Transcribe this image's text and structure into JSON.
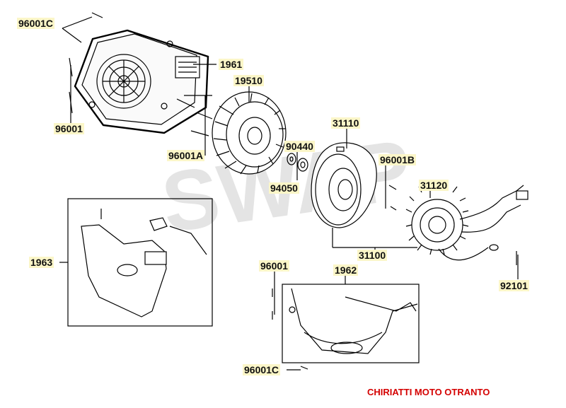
{
  "part_labels": {
    "p96001c_top": "96001C",
    "p1961": "1961",
    "p19510": "19510",
    "p96001_left": "96001",
    "p96001a": "96001A",
    "p31110": "31110",
    "p90440": "90440",
    "p96001b": "96001B",
    "p94050": "94050",
    "p31120": "31120",
    "p1963": "1963",
    "p31100": "31100",
    "p96001_bottom": "96001",
    "p1962": "1962",
    "p92101": "92101",
    "p96001c_bottom": "96001C"
  },
  "watermark": "SWAP",
  "footer": "CHIRIATTI MOTO OTRANTO",
  "colors": {
    "label_highlight": "#fbf6c8",
    "line": "#000000",
    "footer": "#d40000",
    "watermark": "#e4e4e4"
  }
}
